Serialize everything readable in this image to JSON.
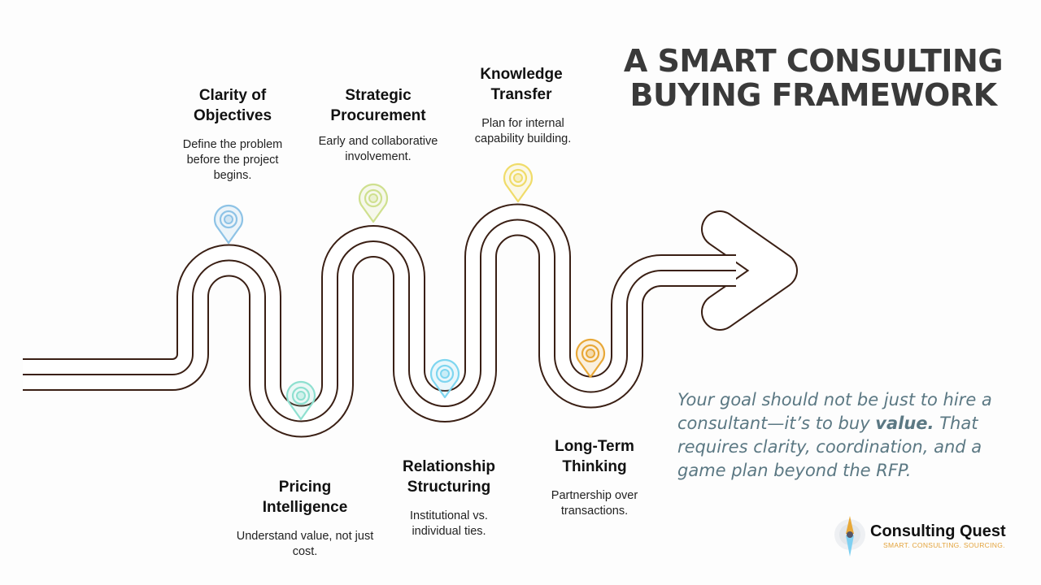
{
  "title": {
    "line1": "A SMART CONSULTING",
    "line2": "BUYING FRAMEWORK"
  },
  "steps": [
    {
      "title1": "Clarity of",
      "title2": "Objectives",
      "desc": "Define the problem before the project begins.",
      "pin_color": "#8ec3e6",
      "position": "above"
    },
    {
      "title1": "Pricing",
      "title2": "Intelligence",
      "desc": "Understand value, not just cost.",
      "pin_color": "#8fe0d0",
      "position": "below"
    },
    {
      "title1": "Strategic",
      "title2": "Procurement",
      "desc": "Early and collaborative involvement.",
      "pin_color": "#cfe08f",
      "position": "above"
    },
    {
      "title1": "Relationship",
      "title2": "Structuring",
      "desc": "Institutional vs. individual ties.",
      "pin_color": "#7fd6f0",
      "position": "below"
    },
    {
      "title1": "Knowledge",
      "title2": "Transfer",
      "desc": "Plan for internal capability building.",
      "pin_color": "#f0dc6a",
      "position": "above"
    },
    {
      "title1": "Long-Term",
      "title2": "Thinking",
      "desc": "Partnership over transactions.",
      "pin_color": "#e8a838",
      "position": "below"
    }
  ],
  "quote": {
    "part1": "Your goal should not be just to hire a consultant—it’s to buy ",
    "bold": "value.",
    "part2": " That requires clarity, coordination, and a game plan beyond the RFP."
  },
  "logo": {
    "name": "Consulting Quest",
    "tagline": "SMART. CONSULTING. SOURCING."
  },
  "colors": {
    "road": "#3a1f14",
    "title": "#3a3a3a",
    "quote": "#5b7883",
    "tagline": "#e3a33b"
  }
}
